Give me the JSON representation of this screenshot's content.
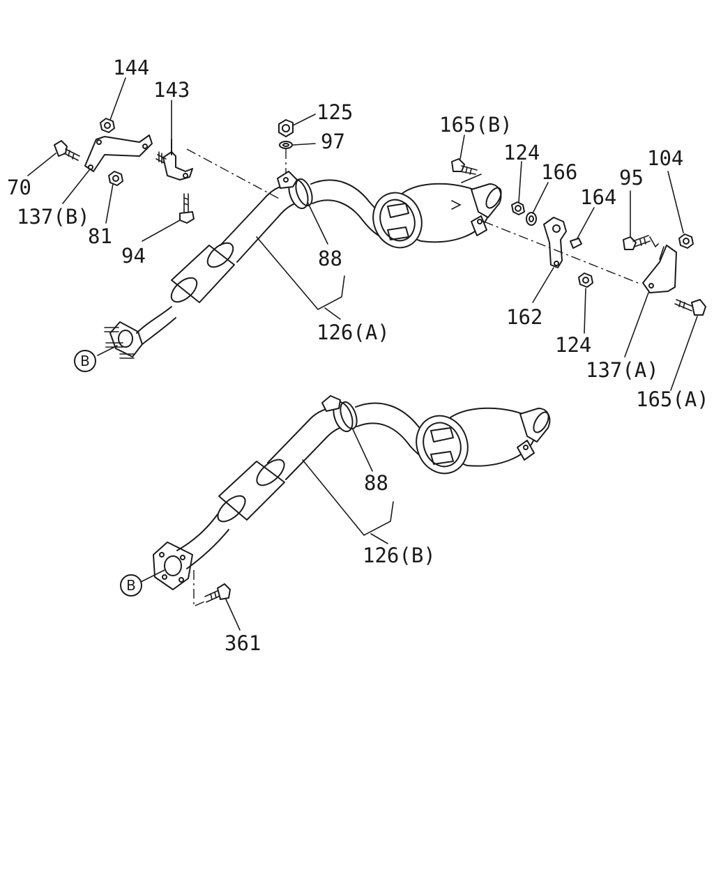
{
  "labels": {
    "p144": "144",
    "p143": "143",
    "p125": "125",
    "p97": "97",
    "p165b": "165(B)",
    "p124_top": "124",
    "p166": "166",
    "p104": "104",
    "p95": "95",
    "p164": "164",
    "p70": "70",
    "p137b": "137(B)",
    "p81": "81",
    "p94": "94",
    "p88_top": "88",
    "p126a": "126(A)",
    "p162": "162",
    "p124_bottom": "124",
    "p137a": "137(A)",
    "p165a": "165(A)",
    "p88_bottom": "88",
    "p126b": "126(B)",
    "p361": "361",
    "ref_b_top": "B",
    "ref_b_bottom": "B"
  }
}
